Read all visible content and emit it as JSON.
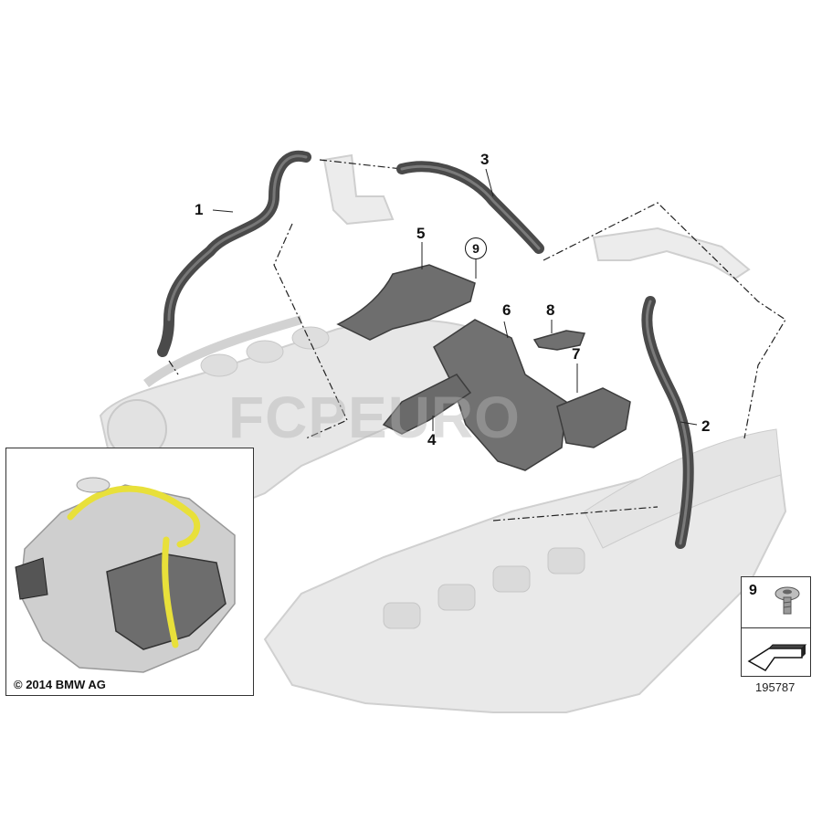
{
  "callouts": {
    "c1": "1",
    "c2": "2",
    "c3": "3",
    "c4": "4",
    "c5": "5",
    "c6": "6",
    "c7": "7",
    "c8": "8",
    "c9": "9"
  },
  "inset": {
    "copyright": "© 2014 BMW AG"
  },
  "legend": {
    "part_number": "9"
  },
  "diagram_id": "195787",
  "watermark": "FCPEURO",
  "colors": {
    "hose": "#4a4a4a",
    "part_grey": "#6e6e6e",
    "ghost": "#dcdcdc",
    "highlight_yellow": "#e8e03a"
  }
}
